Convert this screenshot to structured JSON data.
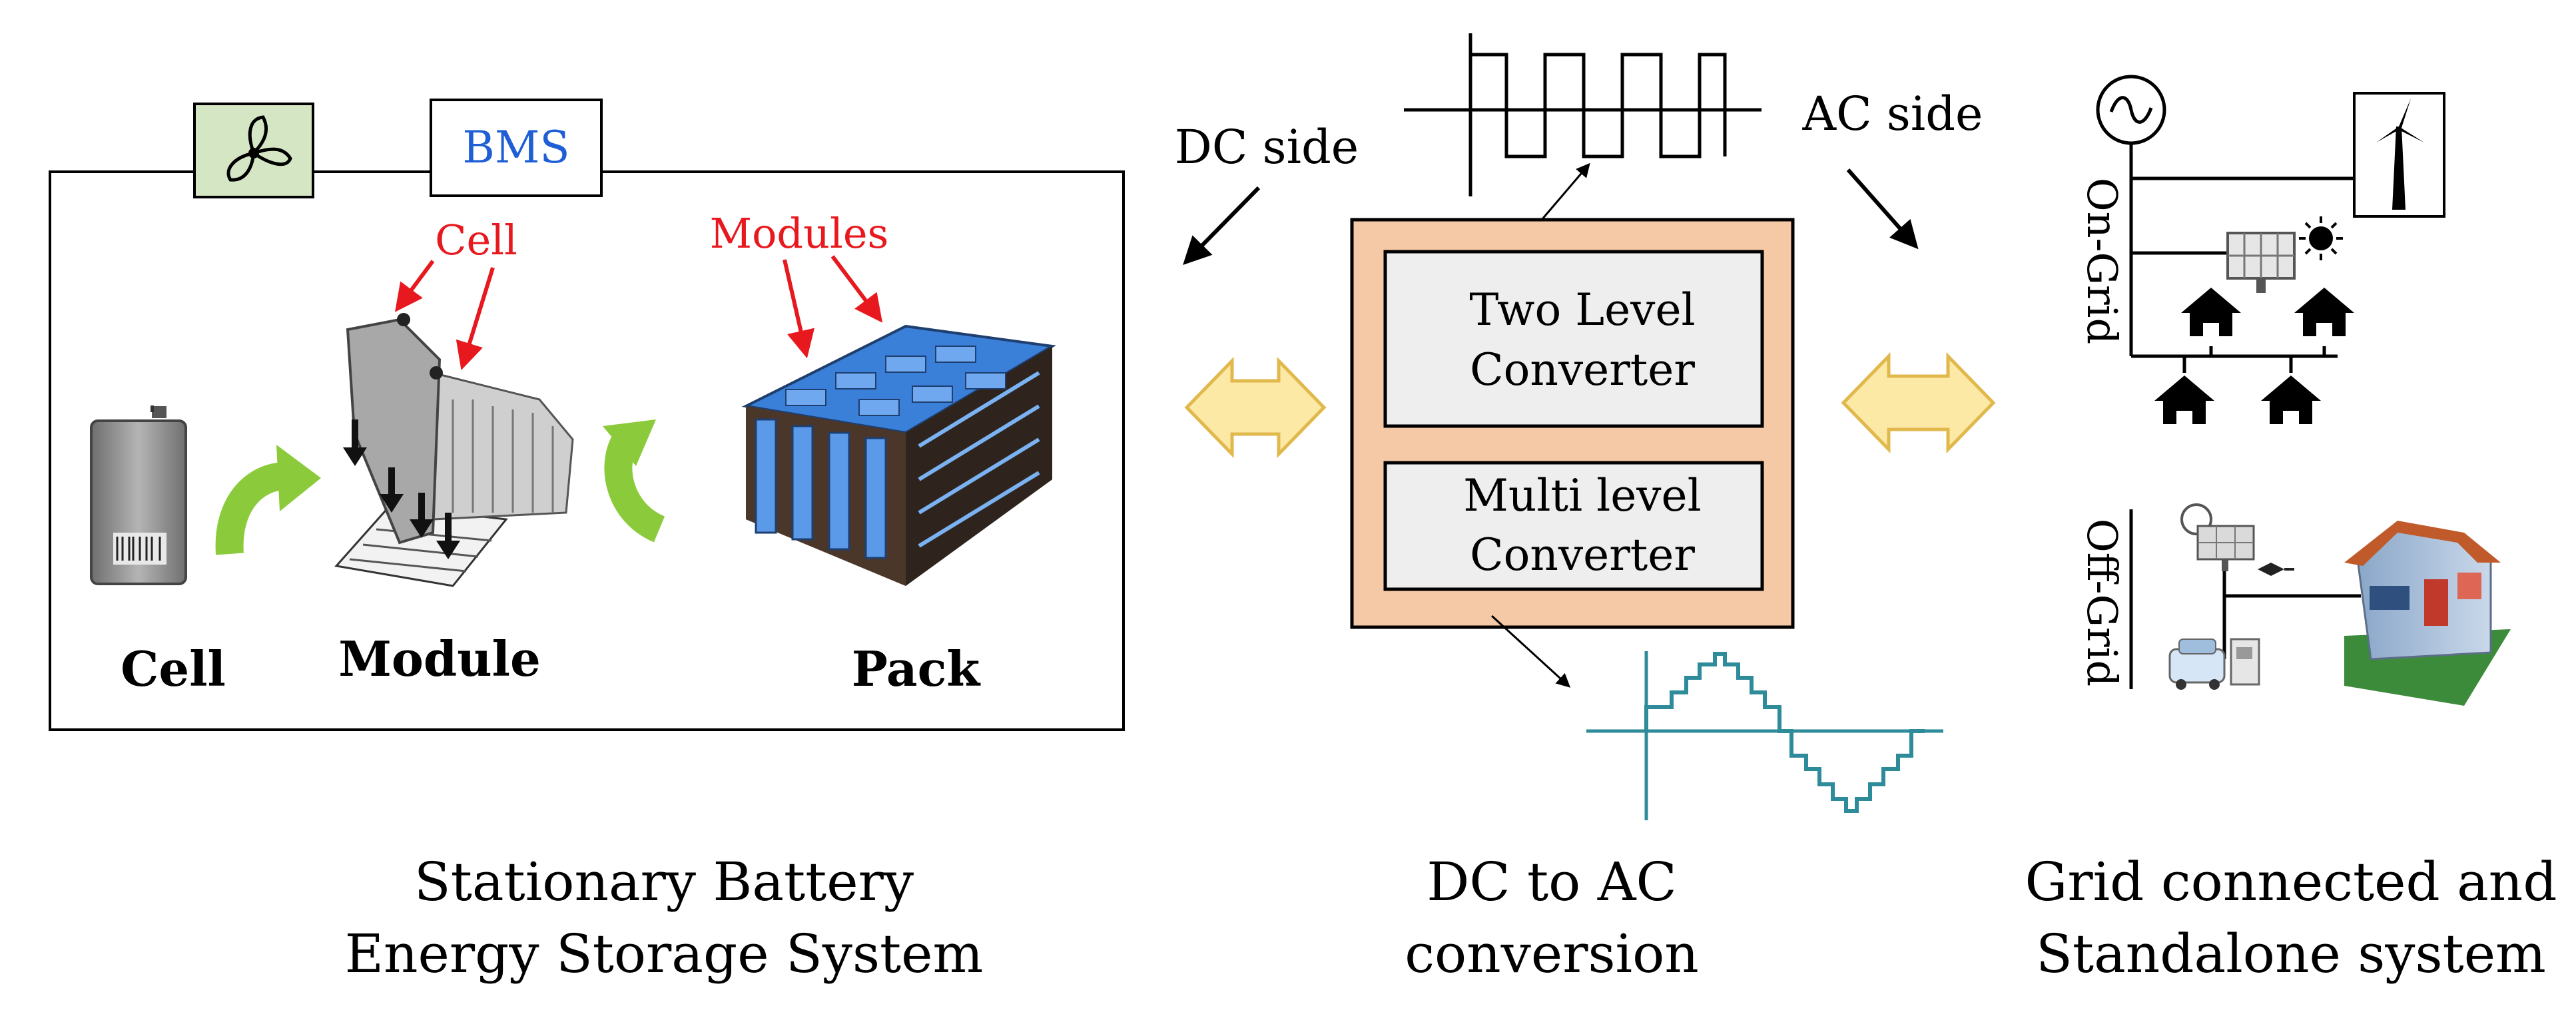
{
  "left": {
    "bms_label": "BMS",
    "cell_arrow_label": "Cell",
    "modules_arrow_label": "Modules",
    "cell_label": "Cell",
    "module_label": "Module",
    "pack_label": "Pack",
    "caption_line1": "Stationary  Battery",
    "caption_line2": "Energy Storage System"
  },
  "middle": {
    "dc_side": "DC side",
    "ac_side": "AC side",
    "two_level_line1": "Two Level",
    "two_level_line2": "Converter",
    "multi_level_line1": "Multi level",
    "multi_level_line2": "Converter",
    "caption_line1": "DC to AC",
    "caption_line2": "conversion"
  },
  "right": {
    "on_grid": "On-Grid",
    "off_grid": "Off-Grid",
    "caption_line1": "Grid connected and",
    "caption_line2": "Standalone system"
  },
  "colors": {
    "bms_text": "#1f5fd6",
    "red_label": "#e8191e",
    "converter_box": "#f6c9a6",
    "green_arrow": "#8bcb3b",
    "yellow_arrow": "#fde9a6",
    "waveform": "#2e8b9a",
    "battery_blue": "#3a7fd8"
  }
}
